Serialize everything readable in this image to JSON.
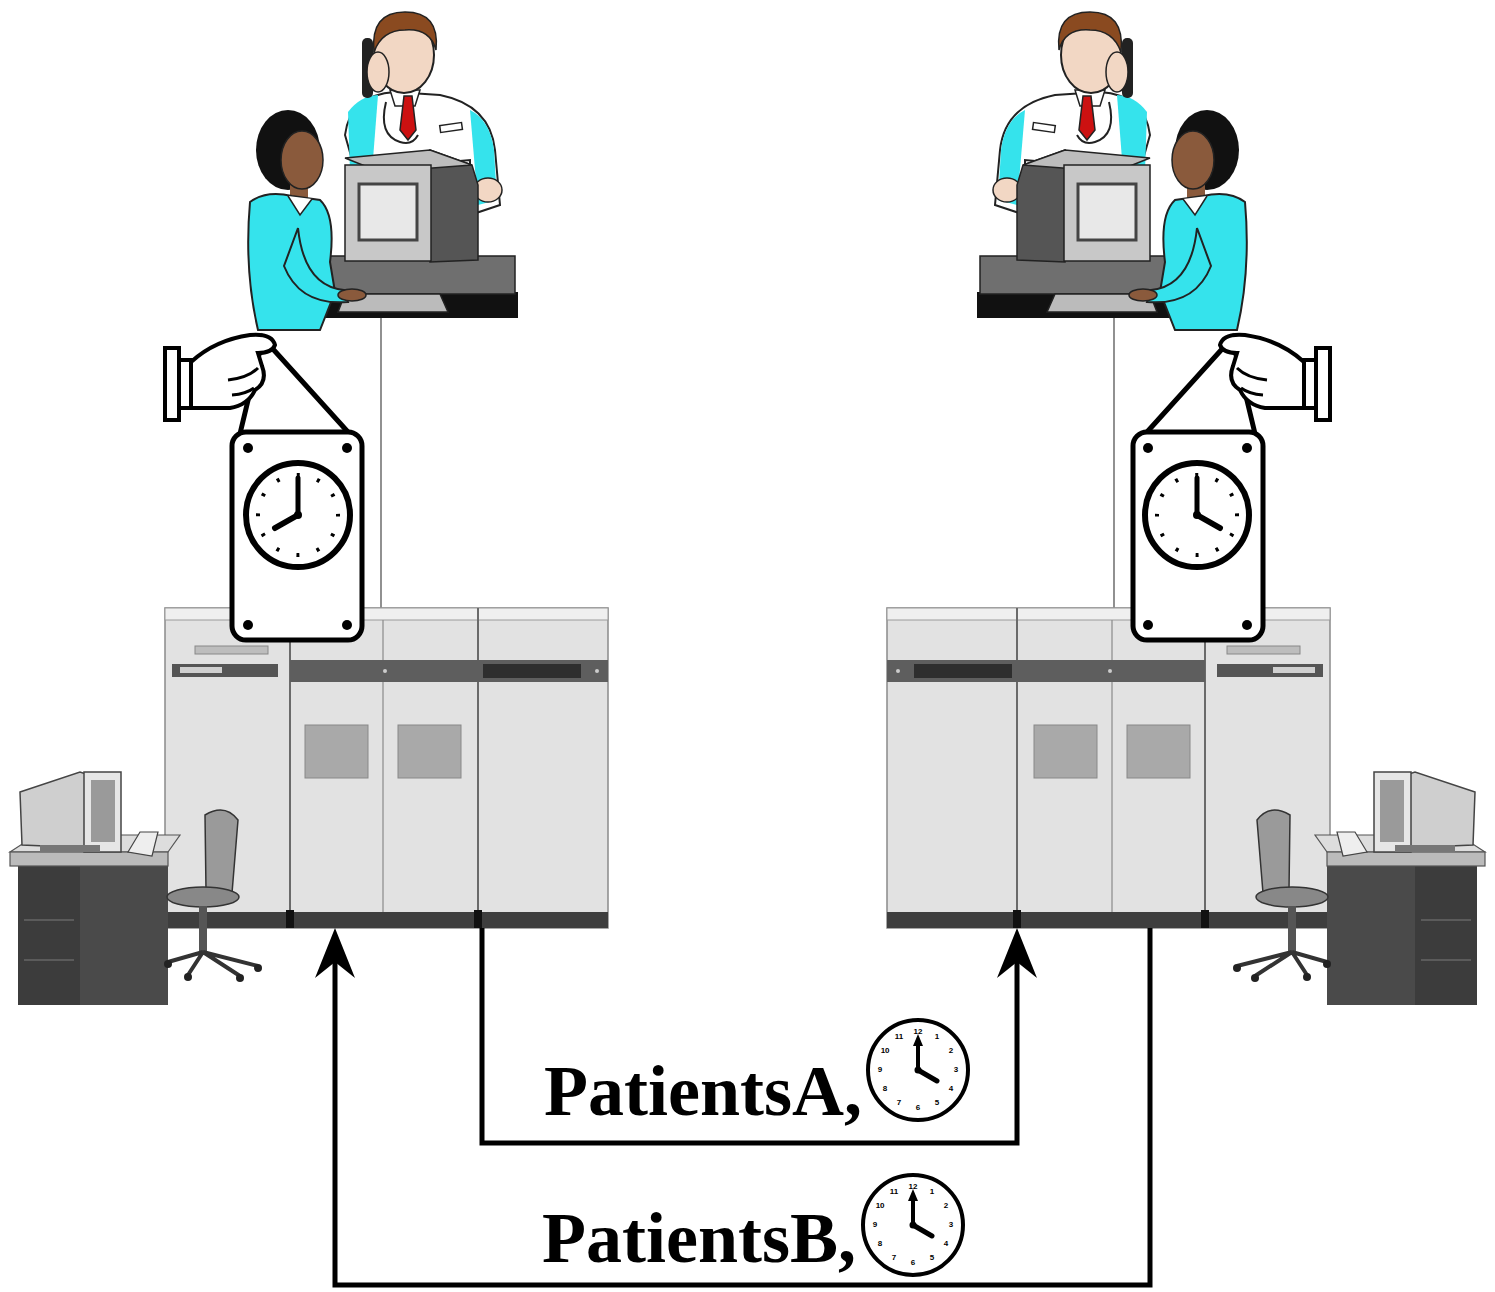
{
  "diagram": {
    "labels": [
      "PatientsA,",
      "12",
      "1",
      "2",
      "3",
      "4",
      "5",
      "6",
      "7",
      "8",
      "9",
      "10",
      "11",
      "PatientsB,",
      "12",
      "1",
      "2",
      "3",
      "4",
      "5",
      "6",
      "7",
      "8",
      "9",
      "10",
      "11"
    ]
  }
}
